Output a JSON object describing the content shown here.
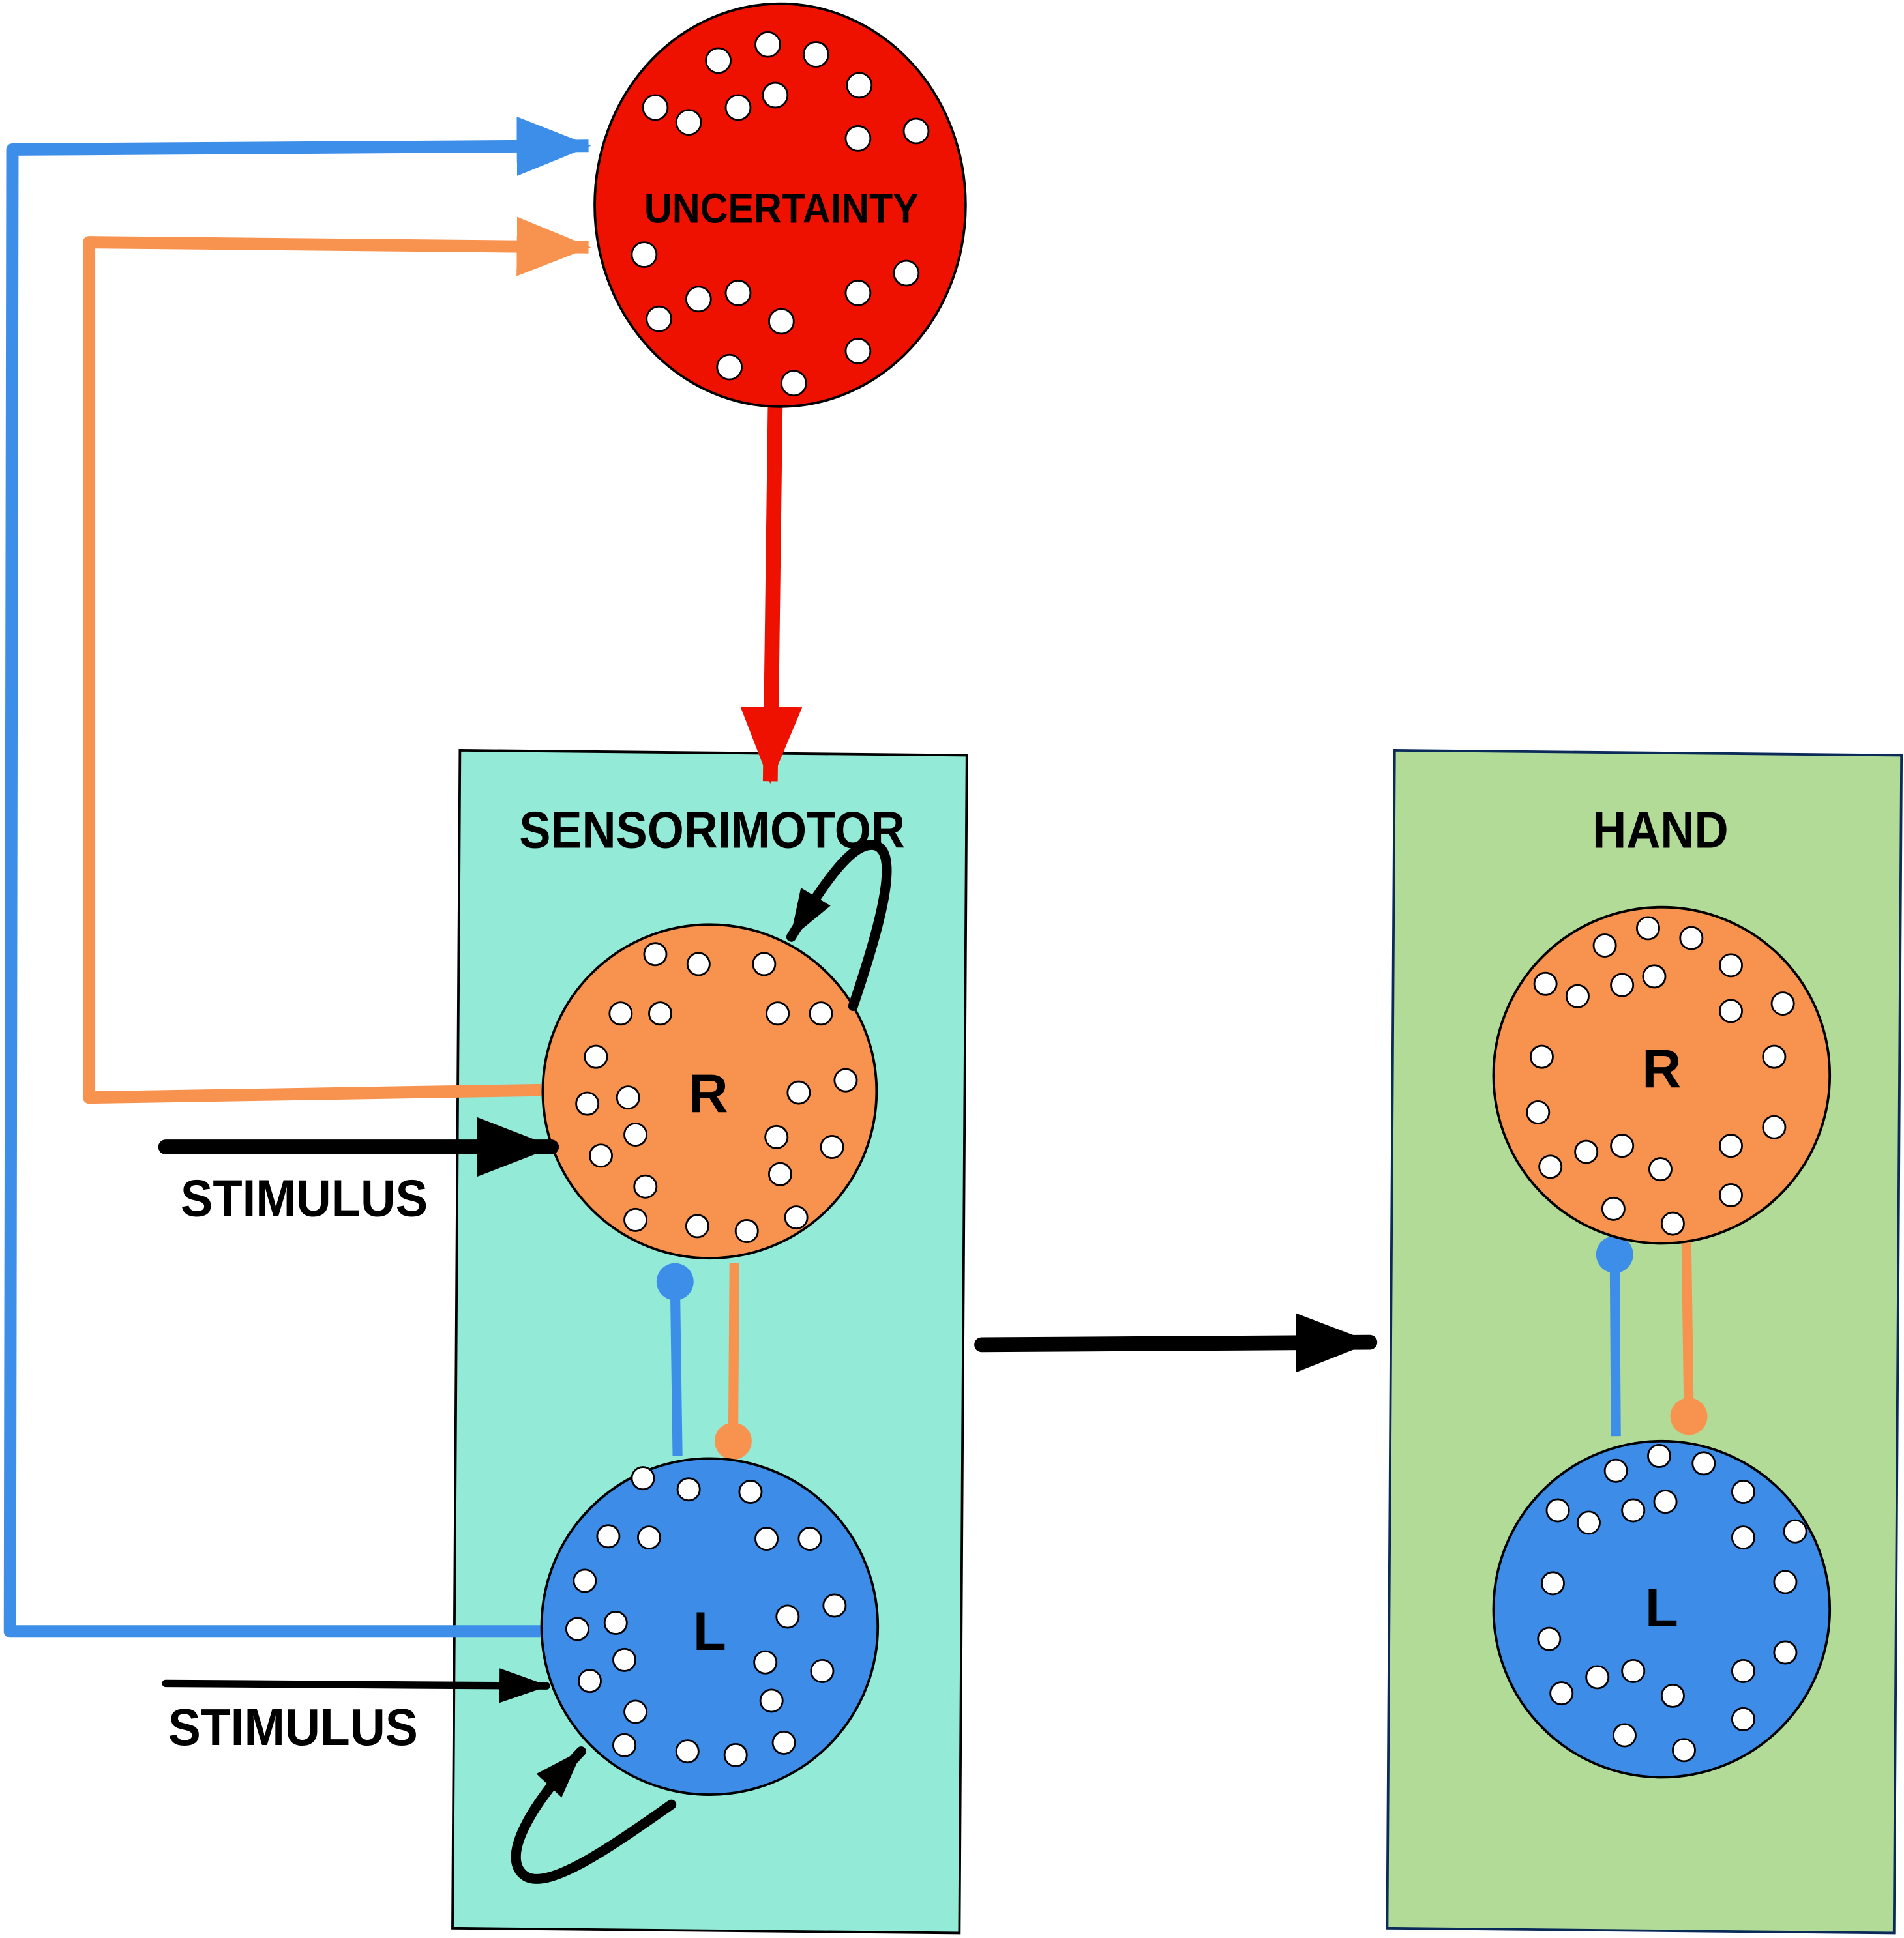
{
  "colors": {
    "uncertainty_fill": "#ef1100",
    "r_fill": "#f7924f",
    "l_fill": "#3d8ce8",
    "sensorimotor_bg": "#93ead7",
    "hand_bg": "#b3db98",
    "blue_line": "#3d8ee8",
    "orange_line": "#f7924f",
    "red_line": "#ef1100",
    "arrow_black": "#000000",
    "dot_white": "#ffffff"
  },
  "uncertainty": {
    "label": "UNCERTAINTY"
  },
  "sensorimotor": {
    "title": "SENSORIMOTOR",
    "r_label": "R",
    "l_label": "L"
  },
  "hand": {
    "title": "HAND",
    "r_label": "R",
    "l_label": "L"
  },
  "stimulus": {
    "top": "STIMULUS",
    "bottom": "STIMULUS"
  }
}
